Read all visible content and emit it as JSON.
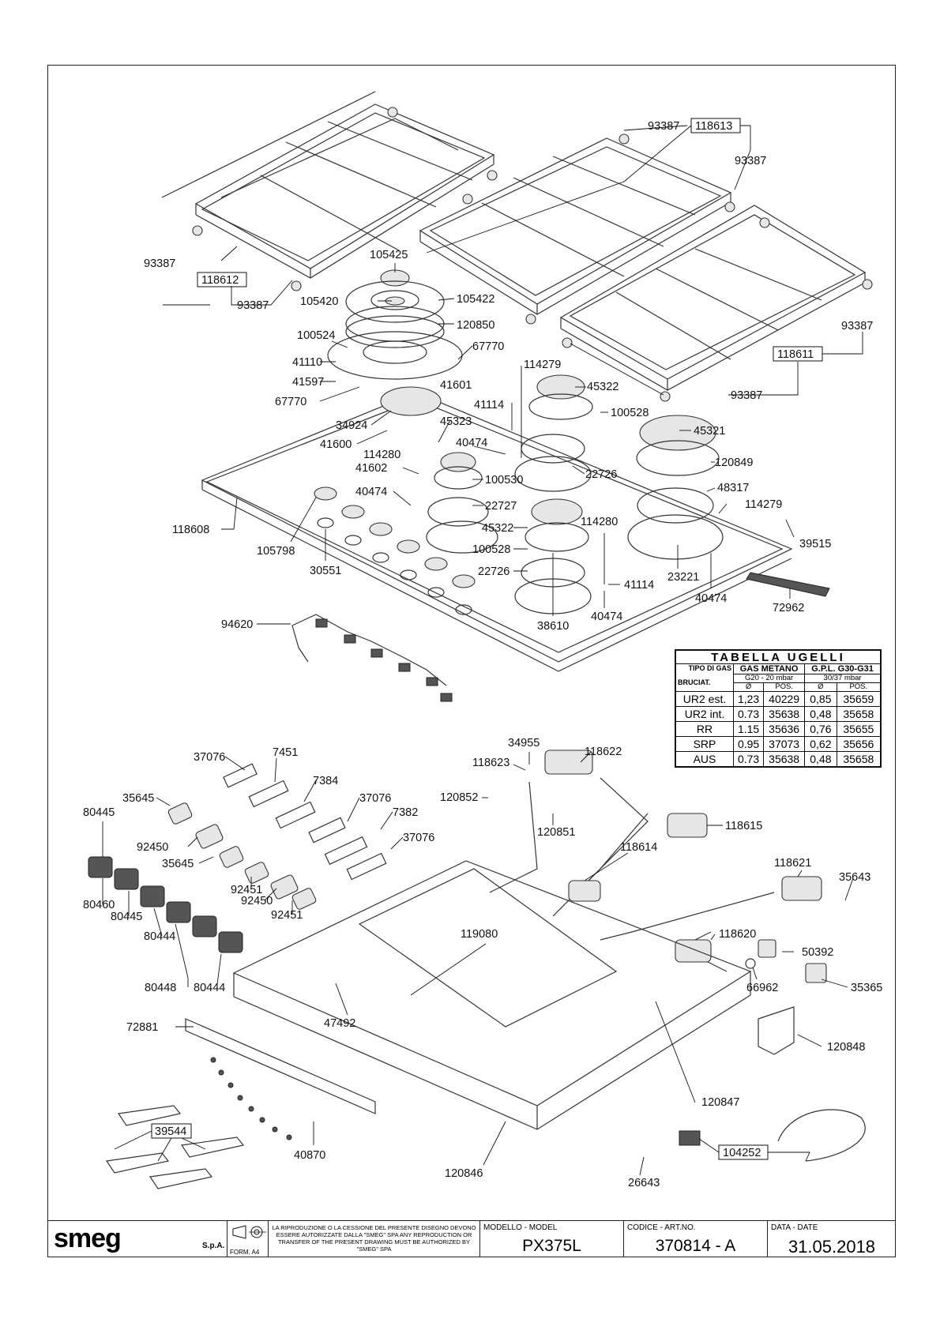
{
  "labels": {
    "p93387a": "93387",
    "p118613": "118613",
    "p93387b": "93387",
    "p93387c": "93387",
    "p118612": "118612",
    "p93387d": "93387",
    "p105425": "105425",
    "p105420": "105420",
    "p105422": "105422",
    "p120850": "120850",
    "p100524": "100524",
    "p41110": "41110",
    "p41597": "41597",
    "p67770a": "67770",
    "p67770b": "67770",
    "p41601": "41601",
    "p114279a": "114279",
    "p45322a": "45322",
    "p41114a": "41114",
    "p100528a": "100528",
    "p34924": "34924",
    "p45323": "45323",
    "p41600": "41600",
    "p40474a": "40474",
    "p114280a": "114280",
    "p22726a": "22726",
    "p41602": "41602",
    "p100530": "100530",
    "p40474b": "40474",
    "p22727": "22727",
    "p45322b": "45322",
    "p100528b": "100528",
    "p22726b": "22726",
    "p38610": "38610",
    "p114280b": "114280",
    "p41114b": "41114",
    "p40474c": "40474",
    "p45321": "45321",
    "p120849": "120849",
    "p48317": "48317",
    "p114279b": "114279",
    "p23221": "23221",
    "p40474d": "40474",
    "p39515": "39515",
    "p72962": "72962",
    "p93387e": "93387",
    "p118611": "118611",
    "p93387f": "93387",
    "p118608": "118608",
    "p105798": "105798",
    "p30551": "30551",
    "p94620": "94620",
    "p37076a": "37076",
    "p7451": "7451",
    "p7384": "7384",
    "p37076b": "37076",
    "p7382": "7382",
    "p37076c": "37076",
    "p35645a": "35645",
    "p80445a": "80445",
    "p92450a": "92450",
    "p35645b": "35645",
    "p92451a": "92451",
    "p92450b": "92450",
    "p92451b": "92451",
    "p80460": "80460",
    "p80445b": "80445",
    "p80444a": "80444",
    "p80448": "80448",
    "p80444b": "80444",
    "p34955": "34955",
    "p118623": "118623",
    "p118622": "118622",
    "p120852": "120852",
    "p120851": "120851",
    "p118615": "118615",
    "p118614": "118614",
    "p118621": "118621",
    "p35643": "35643",
    "p119080": "119080",
    "p118620": "118620",
    "p50392": "50392",
    "p66962": "66962",
    "p35365": "35365",
    "p47492": "47492",
    "p72881": "72881",
    "p120848": "120848",
    "p120847": "120847",
    "p39544": "39544",
    "p40870": "40870",
    "p104252": "104252",
    "p26643": "26643",
    "p120846": "120846"
  },
  "nozzle_table": {
    "title": "TABELLA UGELLI",
    "gas_type_label": "TIPO DI GAS",
    "burner_label": "BRUCIAT.",
    "group1": "GAS METANO",
    "group1_sub": "G20 - 20 mbar",
    "group2": "G.P.L. G30-G31",
    "group2_sub": "30/37 mbar",
    "col_diameter": "Ø",
    "col_pos": "POS.",
    "rows": [
      {
        "burner": "UR2 est.",
        "d1": "1,23",
        "p1": "40229",
        "d2": "0,85",
        "p2": "35659"
      },
      {
        "burner": "UR2 int.",
        "d1": "0.73",
        "p1": "35638",
        "d2": "0,48",
        "p2": "35658"
      },
      {
        "burner": "RR",
        "d1": "1.15",
        "p1": "35636",
        "d2": "0,76",
        "p2": "35655"
      },
      {
        "burner": "SRP",
        "d1": "0.95",
        "p1": "37073",
        "d2": "0,62",
        "p2": "35656"
      },
      {
        "burner": "AUS",
        "d1": "0.73",
        "p1": "35638",
        "d2": "0,48",
        "p2": "35658"
      }
    ]
  },
  "title_block": {
    "logo": "smeg",
    "logo_suffix": "S.p.A.",
    "format": "FORM. A4",
    "notice": "LA RIPRODUZIONE O LA CESSIONE DEL PRESENTE DISEGNO DEVONO ESSERE AUTORIZZATE DALLA \"SMEG\" SPA ANY REPRODUCTION OR TRANSFER OF THE PRESENT DRAWING MUST BE AUTHORIZED BY \"SMEG\" SPA",
    "model_caption": "MODELLO - MODEL",
    "model": "PX375L",
    "code_caption": "CODICE - ART.NO.",
    "code": "370814 - A",
    "date_caption": "DATA - DATE",
    "date": "31.05.2018"
  }
}
